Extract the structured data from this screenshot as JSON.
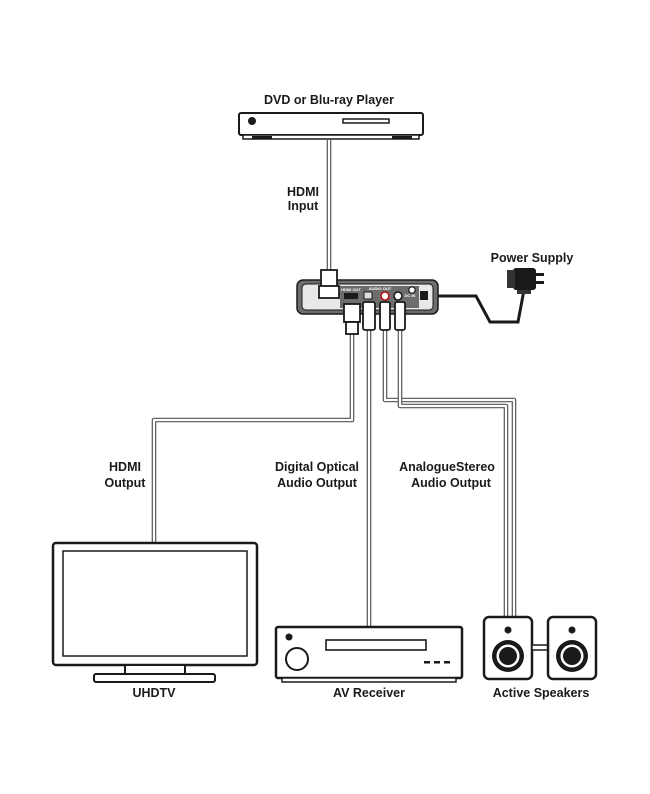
{
  "devices": {
    "player": "DVD or Blu-ray Player",
    "power_supply": "Power Supply",
    "tv": "UHDTV",
    "receiver": "AV Receiver",
    "speakers": "Active Speakers"
  },
  "connections": {
    "hdmi_input": [
      "HDMI",
      "Input"
    ],
    "hdmi_output": [
      "HDMI",
      "Output"
    ],
    "optical": [
      "Digital Optical",
      "Audio Output"
    ],
    "analogue": [
      "AnalogueStereo",
      "Audio Output"
    ]
  },
  "converter_ports": {
    "hdmi_out": "HDMI OUT",
    "audio_out": "AUDIO OUT",
    "dc_in": "DC IN"
  },
  "colors": {
    "device_fill": "#ffffff",
    "device_stroke": "#1a1a1a",
    "converter_body": "#6d6d6d",
    "cable": "#555555",
    "text": "#1a1a1a"
  }
}
